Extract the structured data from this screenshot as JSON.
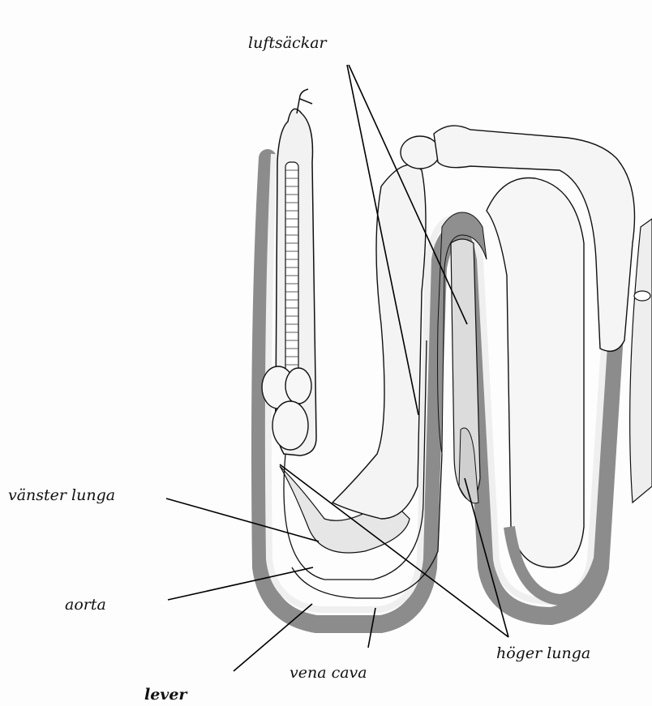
{
  "labels": {
    "air_sacs": "luftsäckar",
    "left_lung": "vänster lunga",
    "aorta": "aorta",
    "liver": "lever",
    "vena_cava": "vena cava",
    "right_lung": "höger lunga"
  },
  "colors": {
    "line": "#111111",
    "shade": "#8c8c8c",
    "light_shade": "#bdbdbd",
    "organ_fill": "#f4f4f4"
  }
}
